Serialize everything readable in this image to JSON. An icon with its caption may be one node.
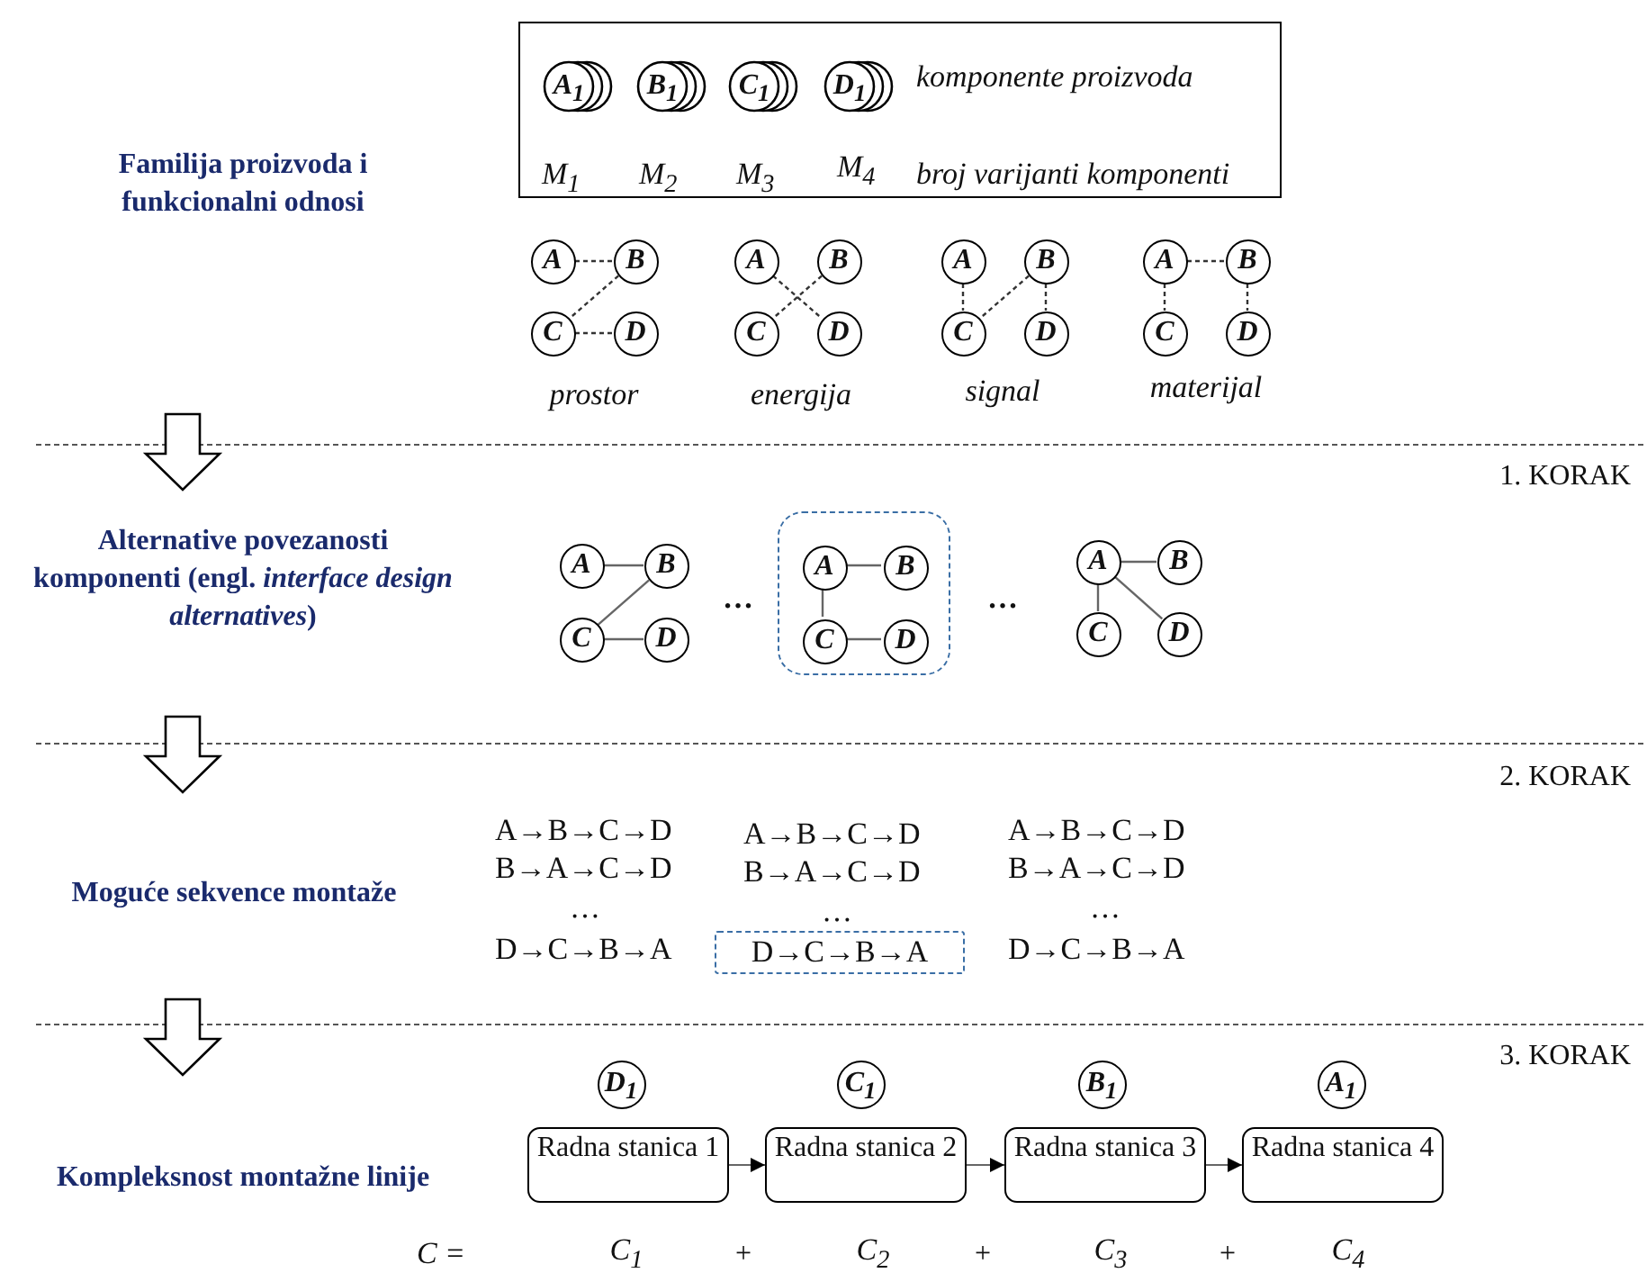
{
  "diagram": {
    "nodes": [
      {
        "text": [
          "komponente proizvoda",
          "M$_{1}$",
          "M$_{2}$",
          "M$_{3}$",
          "M$_{4}$",
          "broj varijanti komponenti"
        ]
      },
      {
        "text": [
          "A$_{1}$"
        ],
        "in": 0
      },
      {
        "text": [
          "B$_{1}$"
        ],
        "in": 0
      },
      {
        "text": [
          "C$_{1}$"
        ],
        "in": 0
      },
      {
        "text": [
          "D$_{1}$"
        ],
        "in": 0
      },
      {
        "text": [
          "A"
        ]
      },
      {
        "text": [
          "B"
        ]
      },
      {
        "text": [
          "C"
        ]
      },
      {
        "text": [
          "D"
        ]
      },
      {
        "text": [
          "A"
        ]
      },
      {
        "text": [
          "B"
        ]
      },
      {
        "text": [
          "C"
        ]
      },
      {
        "text": [
          "D"
        ]
      },
      {
        "text": [
          "A"
        ]
      },
      {
        "text": [
          "B"
        ]
      },
      {
        "text": [
          "C"
        ]
      },
      {
        "text": [
          "D"
        ]
      },
      {
        "text": [
          "A"
        ]
      },
      {
        "text": [
          "B"
        ]
      },
      {
        "text": [
          "C"
        ]
      },
      {
        "text": [
          "D"
        ]
      },
      {
        "text": [
          "A"
        ]
      },
      {
        "text": [
          "B"
        ]
      },
      {
        "text": [
          "C"
        ]
      },
      {
        "text": [
          "D"
        ]
      },
      {
        "text": [],
        "shape": "box"
      },
      {
        "text": [
          "A"
        ],
        "in": 25
      },
      {
        "text": [
          "B"
        ],
        "in": 25
      },
      {
        "text": [
          "C"
        ],
        "in": 25
      },
      {
        "text": [
          "D"
        ],
        "in": 25
      },
      {
        "text": [
          "A"
        ]
      },
      {
        "text": [
          "B"
        ]
      },
      {
        "text": [
          "C"
        ]
      },
      {
        "text": [
          "D"
        ]
      },
      {
        "text": [
          "D→C→B→A"
        ]
      },
      {
        "text": [
          "D$_{1}$"
        ]
      },
      {
        "text": [
          "C$_{1}$"
        ]
      },
      {
        "text": [
          "B$_{1}$"
        ]
      },
      {
        "text": [
          "A$_{1}$"
        ]
      },
      {
        "text": [
          "Radna stanica 1"
        ]
      },
      {
        "text": [
          "Radna stanica 2"
        ]
      },
      {
        "text": [
          "Radna stanica 3"
        ]
      },
      {
        "text": [
          "Radna stanica 4"
        ]
      }
    ],
    "edges": [
      {
        "from": 5,
        "to": 6,
        "arrow": "none",
        "style": "dashed"
      },
      {
        "from": 6,
        "to": 7,
        "arrow": "none",
        "style": "dashed"
      },
      {
        "from": 7,
        "to": 8,
        "arrow": "none",
        "style": "dashed"
      },
      {
        "from": 9,
        "to": 12,
        "arrow": "none",
        "style": "dashed"
      },
      {
        "from": 10,
        "to": 11,
        "arrow": "none",
        "style": "dashed"
      },
      {
        "from": 13,
        "to": 15,
        "arrow": "none",
        "style": "dashed"
      },
      {
        "from": 14,
        "to": 15,
        "arrow": "none",
        "style": "dashed"
      },
      {
        "from": 14,
        "to": 16,
        "arrow": "none",
        "style": "dashed"
      },
      {
        "from": 17,
        "to": 18,
        "arrow": "none",
        "style": "dashed"
      },
      {
        "from": 17,
        "to": 19,
        "arrow": "none",
        "style": "dashed"
      },
      {
        "from": 18,
        "to": 20,
        "arrow": "none",
        "style": "dashed"
      },
      {
        "from": 21,
        "to": 22,
        "arrow": "none"
      },
      {
        "from": 22,
        "to": 23,
        "arrow": "none"
      },
      {
        "from": 23,
        "to": 24,
        "arrow": "none"
      },
      {
        "from": 26,
        "to": 27,
        "arrow": "none"
      },
      {
        "from": 26,
        "to": 28,
        "arrow": "none"
      },
      {
        "from": 28,
        "to": 29,
        "arrow": "none"
      },
      {
        "from": 30,
        "to": 31,
        "arrow": "none"
      },
      {
        "from": 30,
        "to": 32,
        "arrow": "none"
      },
      {
        "from": 30,
        "to": 33,
        "arrow": "none"
      },
      {
        "from": 39,
        "to": 40,
        "arrow": "to"
      },
      {
        "from": 40,
        "to": 41,
        "arrow": "to"
      },
      {
        "from": 41,
        "to": 42,
        "arrow": "to"
      }
    ],
    "labels": [
      "Familija proizvoda i funkcionalni odnosi",
      "prostor",
      "energija",
      "signal",
      "materijal",
      "1. KORAK",
      "Alternative povezanosti komponenti (engl. *interface design alternatives*)",
      "…",
      "…",
      "2. KORAK",
      "A→B→C→D",
      "A→B→C→D",
      "A→B→C→D",
      "B→A→C→D",
      "B→A→C→D",
      "B→A→C→D",
      "…",
      "…",
      "…",
      "Moguće sekvence montaže",
      "D→C→B→A",
      "D→C→B→A",
      "3. KORAK",
      "Kompleksnost montažne linije",
      "C =",
      "C$_{1}$",
      "+",
      "C$_{2}$",
      "+",
      "C$_{3}$",
      "+",
      "C$_{4}$"
    ]
  }
}
